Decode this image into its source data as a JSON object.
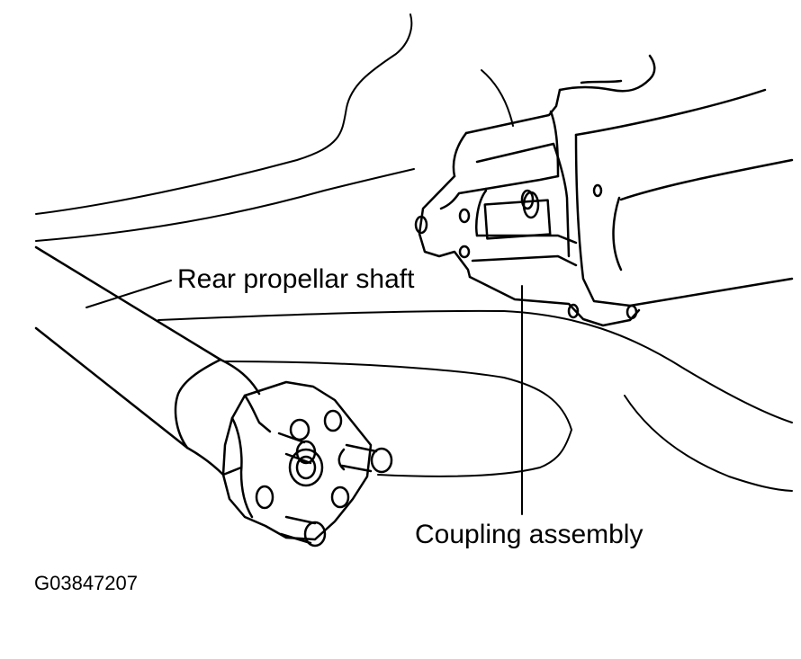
{
  "labels": {
    "rear_propellar_shaft": "Rear propellar shaft",
    "coupling_assembly": "Coupling assembly"
  },
  "figure_code": "G03847207",
  "colors": {
    "line": "#000000",
    "background": "#ffffff"
  }
}
